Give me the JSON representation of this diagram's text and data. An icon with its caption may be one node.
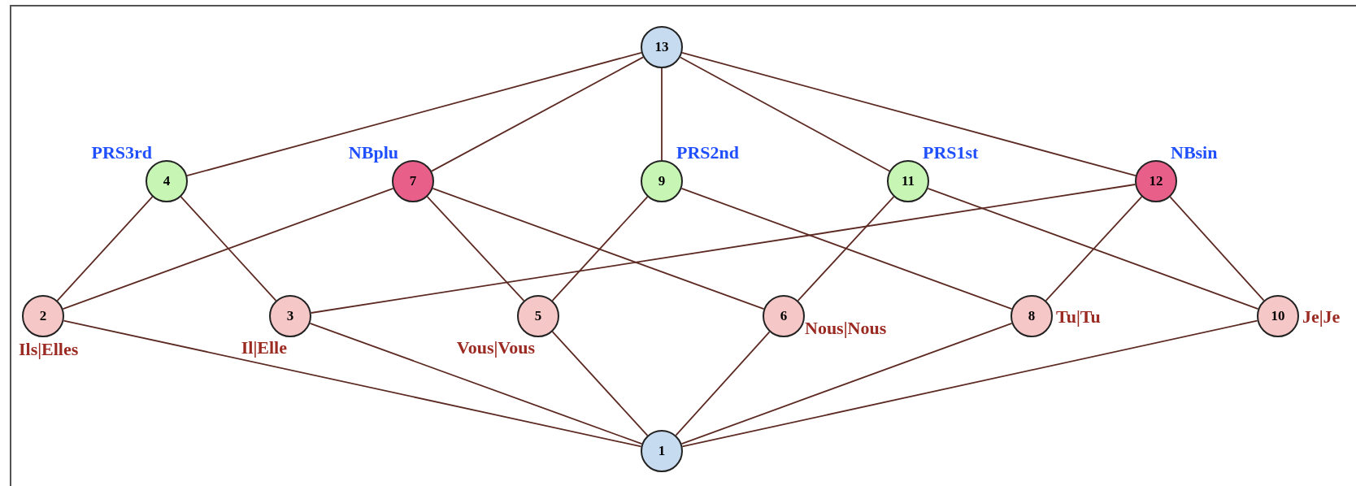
{
  "diagram": {
    "nodes": [
      {
        "text": [
          "13"
        ]
      },
      {
        "text": [
          "4"
        ],
        "beside": [
          "PRS3rd"
        ]
      },
      {
        "text": [
          "7"
        ],
        "beside": [
          "NBplu"
        ]
      },
      {
        "text": [
          "9"
        ],
        "beside": [
          "PRS2nd"
        ]
      },
      {
        "text": [
          "11"
        ],
        "beside": [
          "PRS1st"
        ]
      },
      {
        "text": [
          "12"
        ],
        "beside": [
          "NBsin"
        ]
      },
      {
        "text": [
          "2"
        ],
        "beside": [
          "Ils|Elles"
        ]
      },
      {
        "text": [
          "3"
        ],
        "beside": [
          "Il|Elle"
        ]
      },
      {
        "text": [
          "5"
        ],
        "beside": [
          "Vous|Vous"
        ]
      },
      {
        "text": [
          "6"
        ],
        "beside": [
          "Nous|Nous"
        ]
      },
      {
        "text": [
          "8"
        ],
        "beside": [
          "Tu|Tu"
        ]
      },
      {
        "text": [
          "10"
        ],
        "beside": [
          "Je|Je"
        ]
      },
      {
        "text": [
          "1"
        ]
      }
    ],
    "edges": [
      {
        "from": 0,
        "to": 1,
        "arrow": "none"
      },
      {
        "from": 0,
        "to": 2,
        "arrow": "none"
      },
      {
        "from": 0,
        "to": 3,
        "arrow": "none"
      },
      {
        "from": 0,
        "to": 4,
        "arrow": "none"
      },
      {
        "from": 0,
        "to": 5,
        "arrow": "none"
      },
      {
        "from": 1,
        "to": 6,
        "arrow": "none"
      },
      {
        "from": 1,
        "to": 7,
        "arrow": "none"
      },
      {
        "from": 2,
        "to": 6,
        "arrow": "none"
      },
      {
        "from": 2,
        "to": 8,
        "arrow": "none"
      },
      {
        "from": 2,
        "to": 9,
        "arrow": "none"
      },
      {
        "from": 3,
        "to": 8,
        "arrow": "none"
      },
      {
        "from": 3,
        "to": 10,
        "arrow": "none"
      },
      {
        "from": 4,
        "to": 9,
        "arrow": "none"
      },
      {
        "from": 4,
        "to": 11,
        "arrow": "none"
      },
      {
        "from": 5,
        "to": 7,
        "arrow": "none"
      },
      {
        "from": 5,
        "to": 10,
        "arrow": "none"
      },
      {
        "from": 5,
        "to": 11,
        "arrow": "none"
      },
      {
        "from": 12,
        "to": 6,
        "arrow": "none"
      },
      {
        "from": 12,
        "to": 7,
        "arrow": "none"
      },
      {
        "from": 12,
        "to": 8,
        "arrow": "none"
      },
      {
        "from": 12,
        "to": 9,
        "arrow": "none"
      },
      {
        "from": 12,
        "to": 10,
        "arrow": "none"
      },
      {
        "from": 12,
        "to": 11,
        "arrow": "none"
      }
    ]
  }
}
